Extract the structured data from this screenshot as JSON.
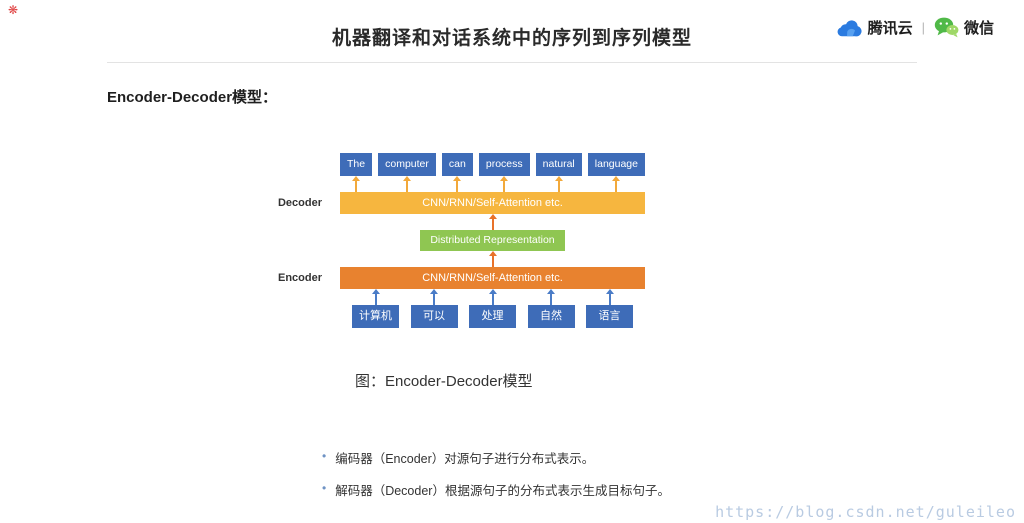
{
  "corner": {
    "icon": "❋"
  },
  "header": {
    "title": "机器翻译和对话系统中的序列到序列模型",
    "brand": {
      "tencent": "腾讯云",
      "divider": "|",
      "wechat": "微信"
    }
  },
  "section_heading": "Encoder-Decoder模型：",
  "diagram": {
    "decoder_label": "Decoder",
    "encoder_label": "Encoder",
    "decoder_bar": "CNN/RNN/Self-Attention etc.",
    "encoder_bar": "CNN/RNN/Self-Attention etc.",
    "representation": "Distributed Representation",
    "output_tokens": [
      "The",
      "computer",
      "can",
      "process",
      "natural",
      "language"
    ],
    "input_tokens": [
      "计算机",
      "可以",
      "处理",
      "自然",
      "语言"
    ],
    "caption": "图：Encoder-Decoder模型",
    "colors": {
      "token_blue": "#3e6cb8",
      "decoder_yellow": "#f6b63f",
      "representation_green": "#8fc652",
      "encoder_orange": "#e8822f",
      "arrow_top": "#f2a93b",
      "arrow_mid": "#e8722a",
      "arrow_bottom": "#4a7cc7"
    },
    "icons": {
      "arrow": "arrow-up-icon"
    }
  },
  "bullet_marker": "•",
  "bullets": [
    "编码器（Encoder）对源句子进行分布式表示。",
    "解码器（Decoder）根据源句子的分布式表示生成目标句子。"
  ],
  "watermark": "https://blog.csdn.net/guleileo",
  "icons": {
    "corner": "red-badge-icon",
    "tencent": "tencent-cloud-icon",
    "wechat": "wechat-bubble-icon"
  }
}
